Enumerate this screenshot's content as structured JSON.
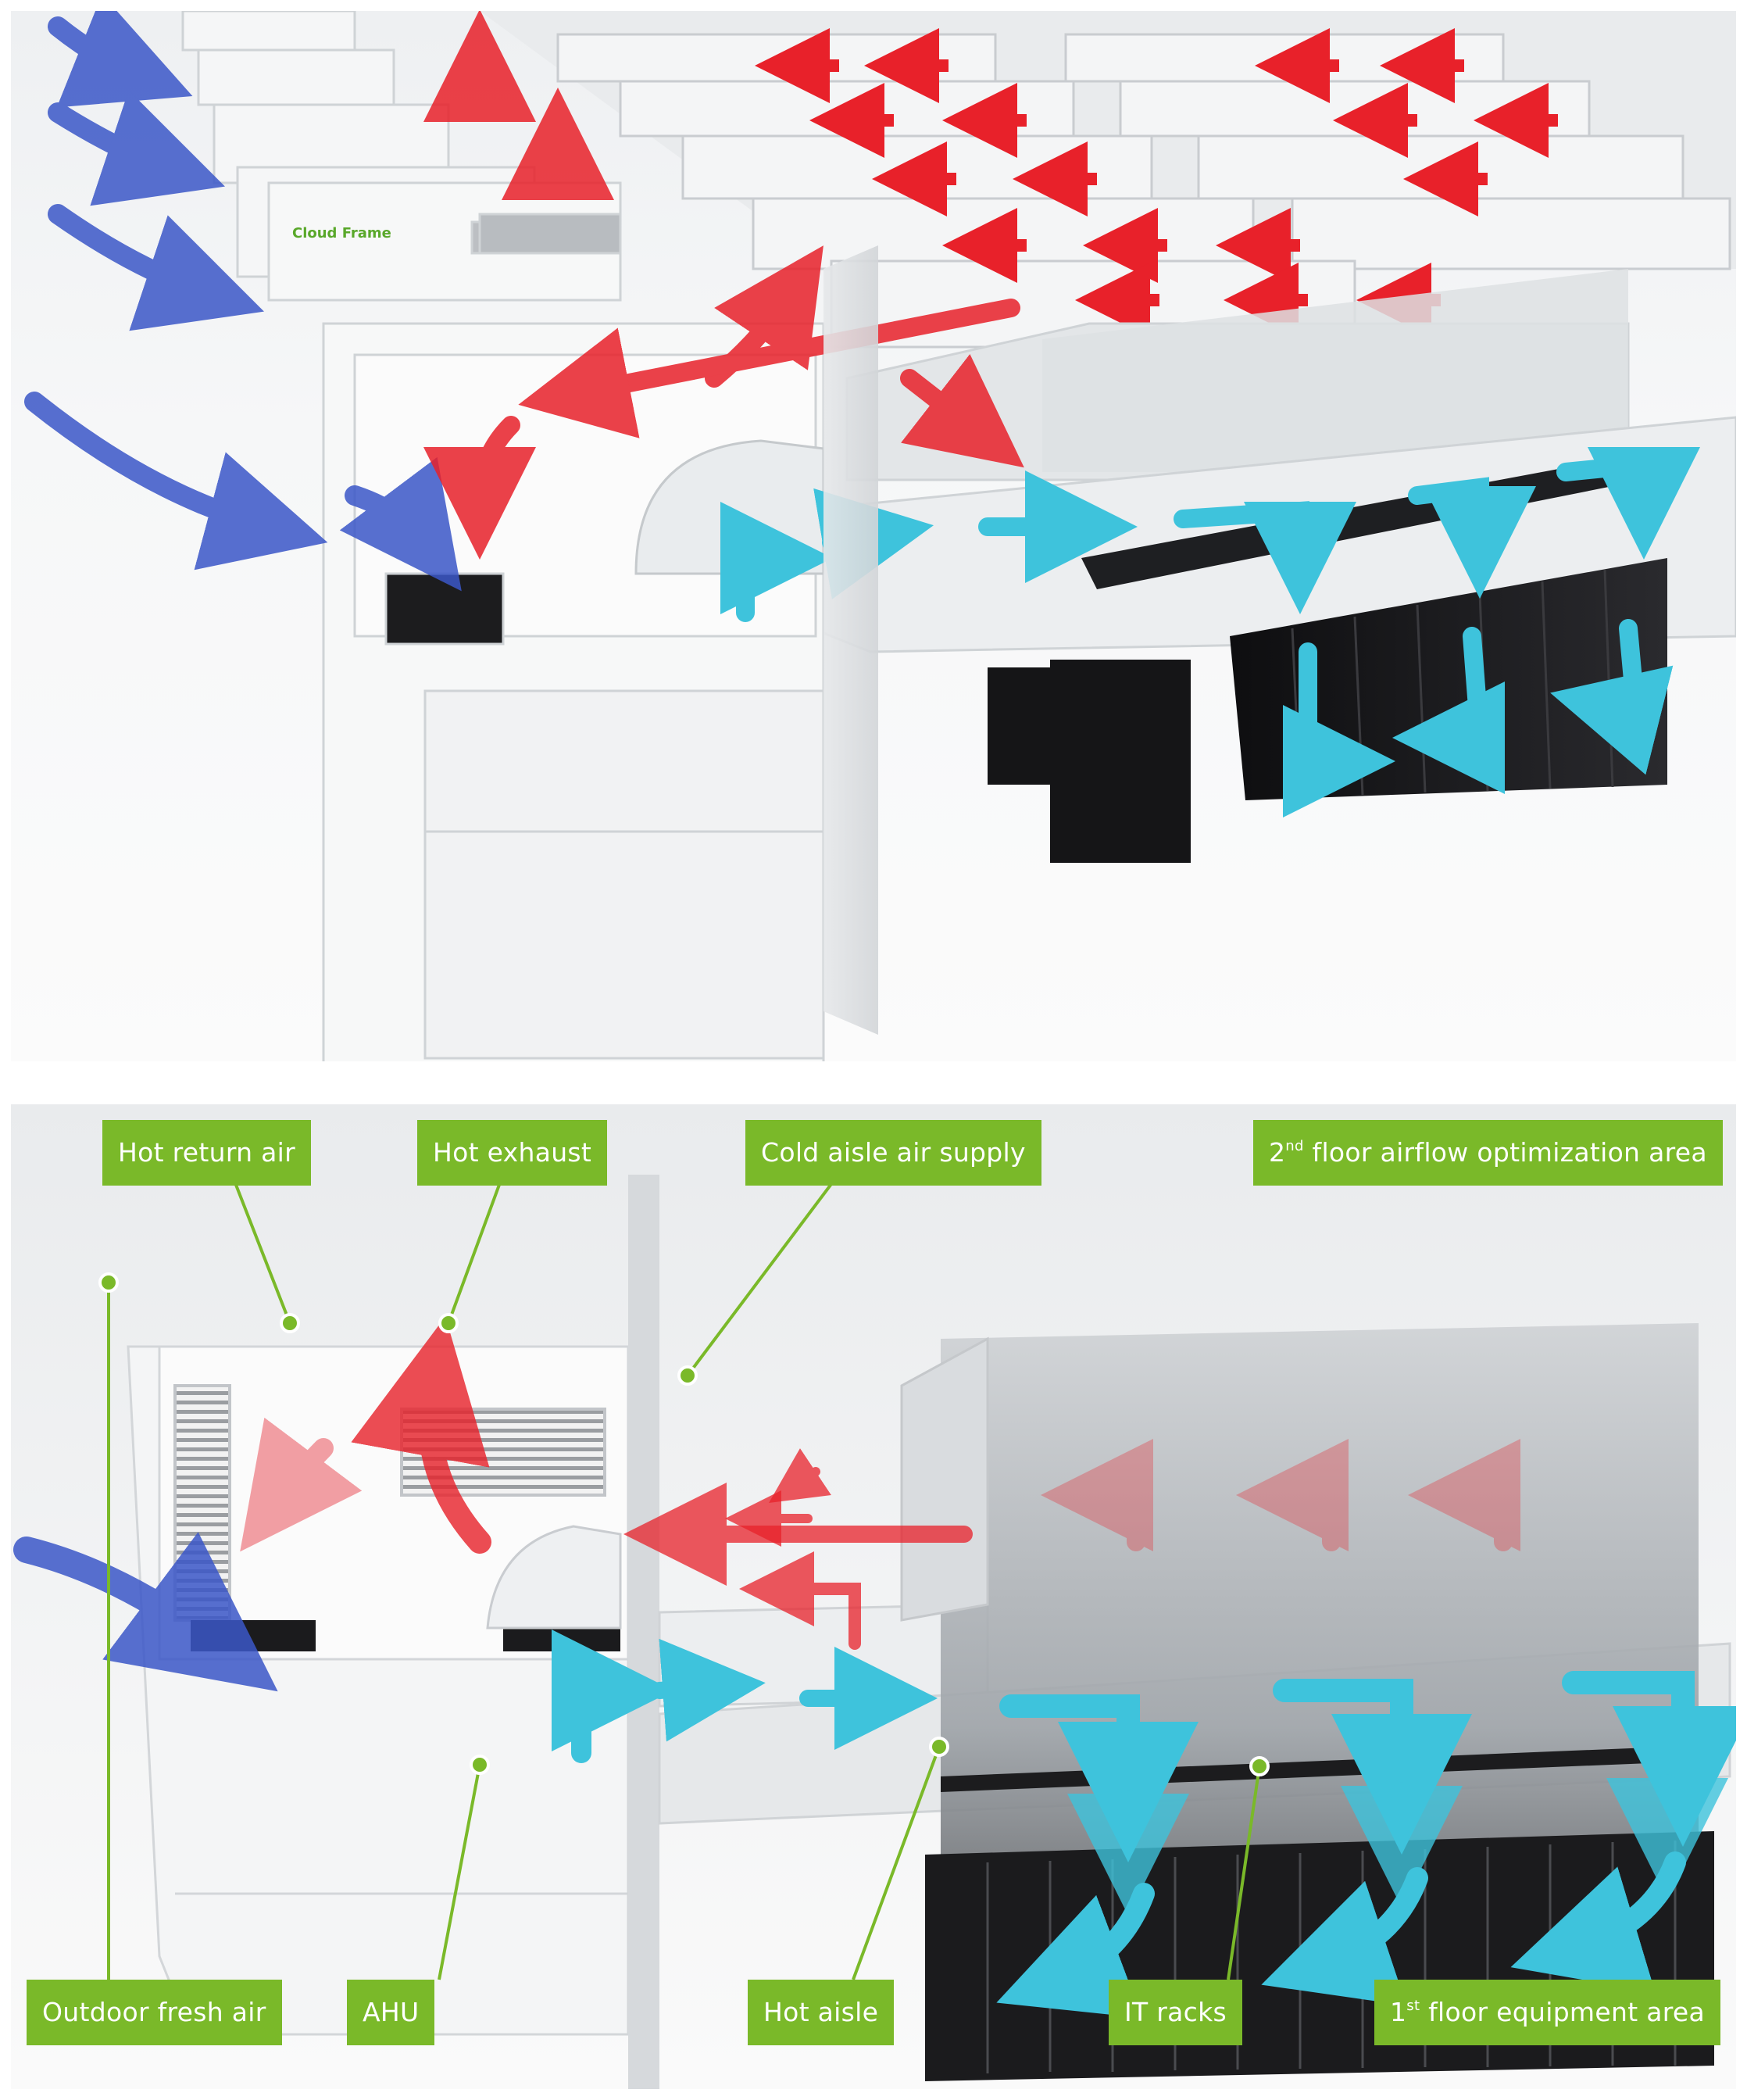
{
  "top_panel": {
    "brand_text": "Cloud Frame"
  },
  "labels": {
    "hot_return_air": "Hot return air",
    "hot_exhaust": "Hot exhaust",
    "cold_aisle_air_supply": "Cold aisle air supply",
    "second_floor_prefix": "2",
    "second_floor_sup": "nd",
    "second_floor_rest": " floor airflow optimization area",
    "outdoor_fresh_air": "Outdoor fresh air",
    "ahu": "AHU",
    "hot_aisle": "Hot aisle",
    "it_racks": "IT racks",
    "first_floor_prefix": "1",
    "first_floor_sup": "st",
    "first_floor_rest": " floor equipment area"
  },
  "colors": {
    "label_bg": "#7ab929",
    "leader_line": "#7ab929",
    "hot_air": "#e8212a",
    "hot_air_soft": "#ee7f86",
    "cold_air": "#3ec3dc",
    "outdoor_air": "#3b57c8",
    "rack": "#1c1c1e"
  }
}
